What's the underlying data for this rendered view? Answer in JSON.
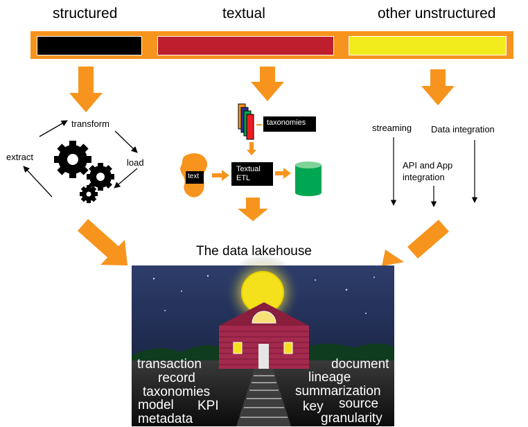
{
  "headers": {
    "structured": "structured",
    "textual": "textual",
    "other": "other unstructured"
  },
  "colors": {
    "band": "#f7941d",
    "structured": "#000000",
    "textual": "#be1e2d",
    "other": "#f2ec1d",
    "arrow": "#f7941d",
    "db": "#00a651"
  },
  "etl": {
    "transform": "transform",
    "extract": "extract",
    "load": "load"
  },
  "textual_flow": {
    "taxonomies": "taxonomies",
    "text": "text",
    "textual_etl_1": "Textual",
    "textual_etl_2": "ETL"
  },
  "unstructured_flow": {
    "streaming": "streaming",
    "data_integration": "Data integration",
    "api_1": "API and App",
    "api_2": "integration"
  },
  "lakehouse": {
    "title": "The data lakehouse",
    "terms_left": [
      "transaction",
      "record",
      "taxonomies",
      "model",
      "KPI",
      "metadata"
    ],
    "terms_right": [
      "document",
      "lineage",
      "summarization",
      "key",
      "source",
      "granularity"
    ]
  }
}
